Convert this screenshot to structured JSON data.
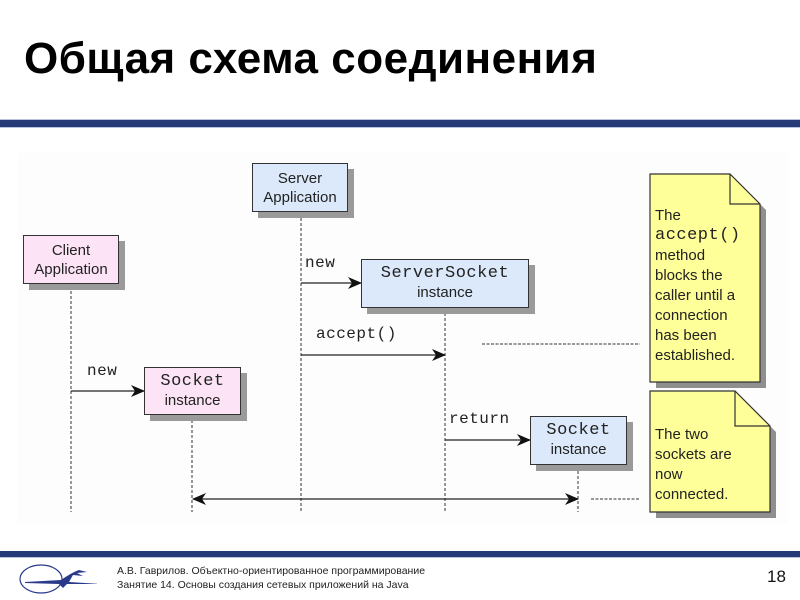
{
  "slide": {
    "title": "Общая схема соединения",
    "page_number": "18"
  },
  "colors": {
    "accent_rule": "#263a78",
    "client_box": "#fce4f6",
    "server_box": "#dbe9fb",
    "note": "#ffff99"
  },
  "diagram": {
    "participants": {
      "client_app": {
        "line1": "Client",
        "line2": "Application"
      },
      "server_app": {
        "line1": "Server",
        "line2": "Application"
      },
      "server_socket": {
        "line1": "ServerSocket",
        "line2": "instance"
      },
      "client_socket": {
        "line1": "Socket",
        "line2": "instance"
      },
      "server_side_socket": {
        "line1": "Socket",
        "line2": "instance"
      }
    },
    "messages": {
      "server_new": "new",
      "accept": "accept()",
      "client_new": "new",
      "return": "return"
    },
    "notes": {
      "accept_note": {
        "line1": "The",
        "code": "accept()",
        "line3": "method",
        "line4": "blocks the",
        "line5": "caller until a",
        "line6": "connection",
        "line7": "has been",
        "line8": "established."
      },
      "connected_note": {
        "line1": "The two",
        "line2": "sockets are",
        "line3": "now",
        "line4": "connected."
      }
    }
  },
  "footer": {
    "line1": "А.В. Гаврилов. Объектно-ориентированное программирование",
    "line2": "Занятие 14. Основы создания сетевых приложений на Java"
  }
}
